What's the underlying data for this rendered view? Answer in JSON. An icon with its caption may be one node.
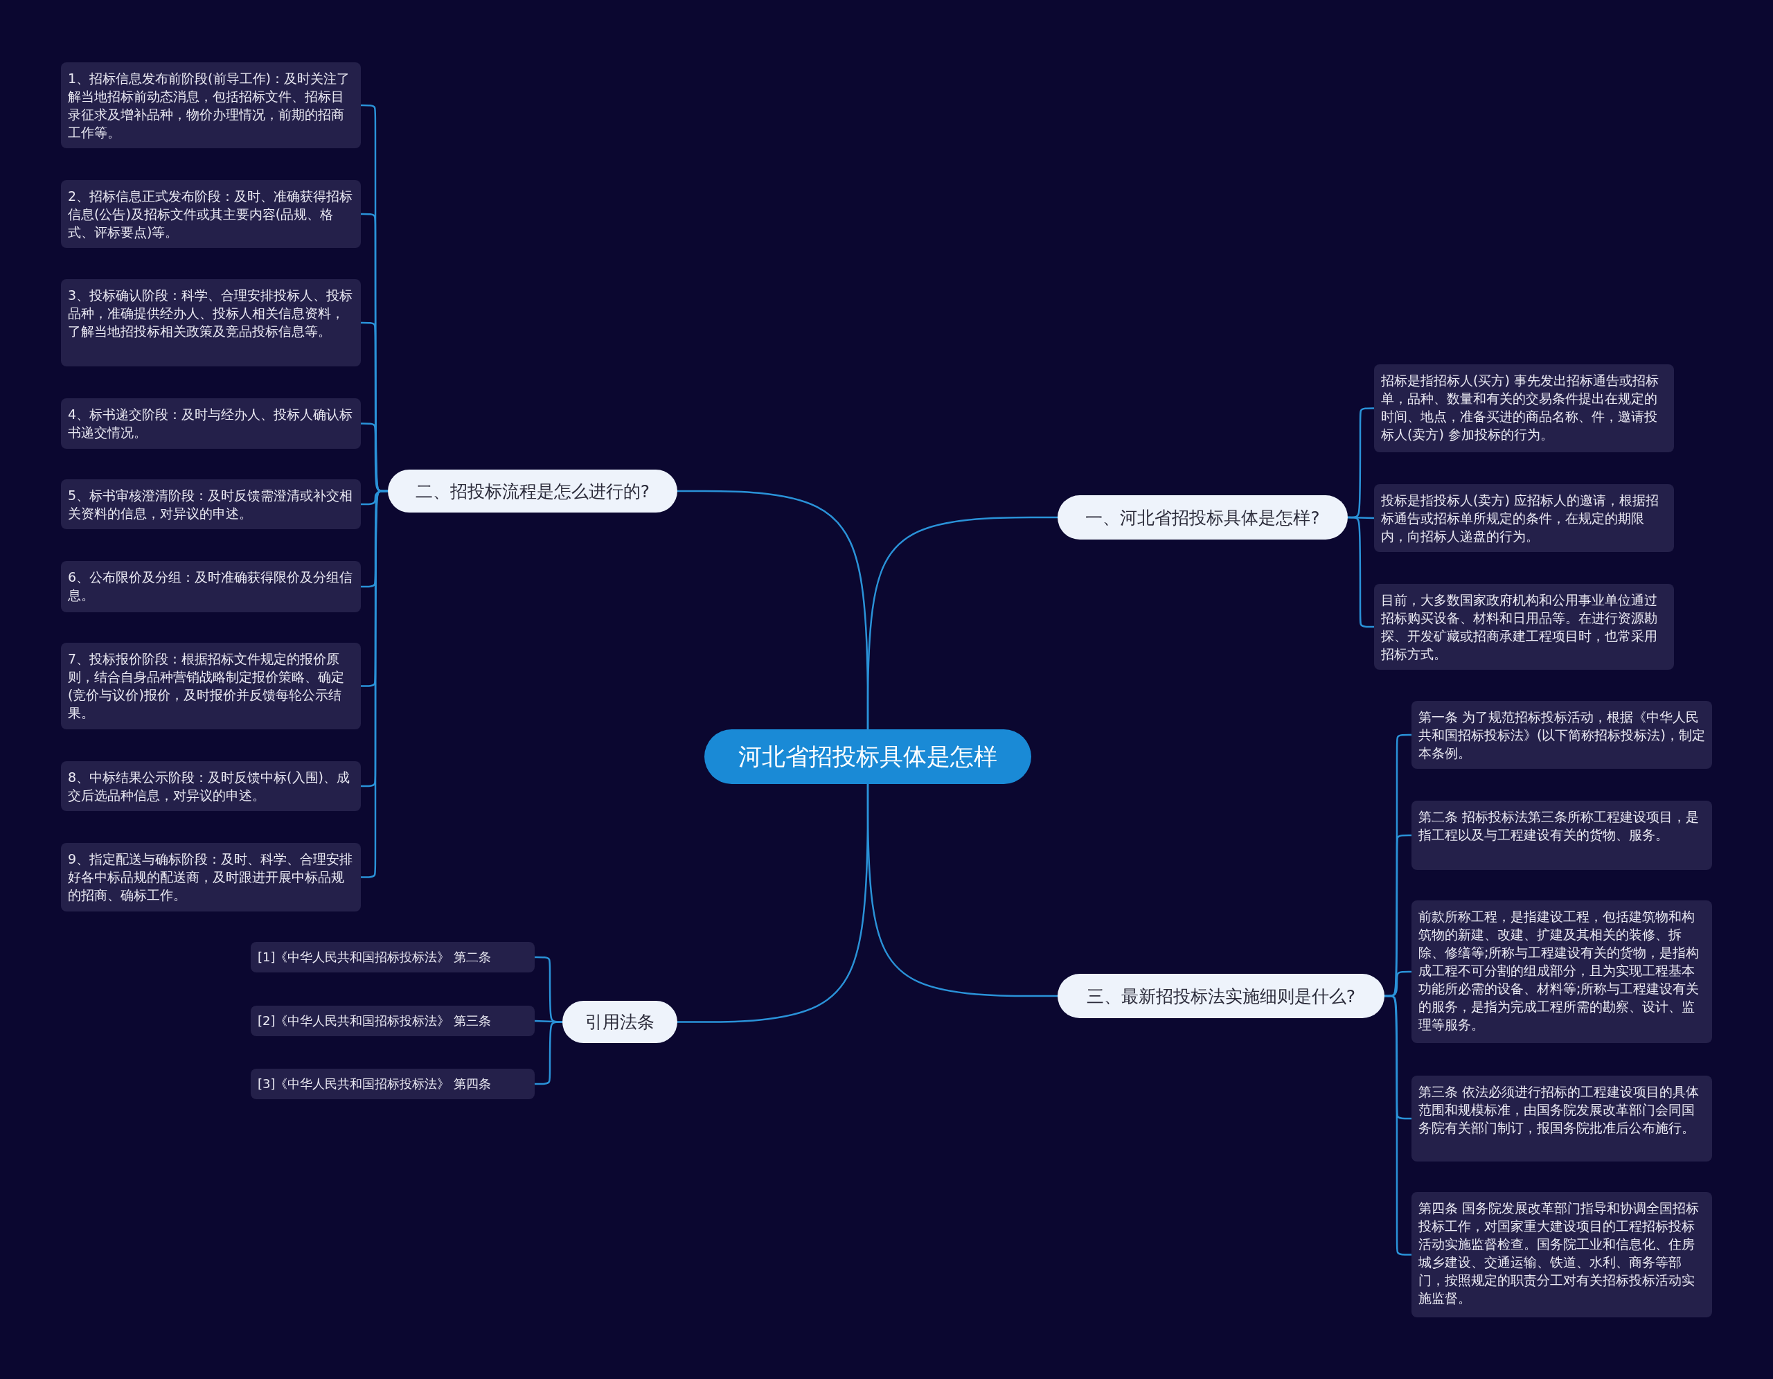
{
  "diagram": {
    "nodes": [
      {
        "text": [
          "河北省招投标具体是怎样"
        ]
      },
      {
        "text": [
          "一、河北省招投标具体是怎样?"
        ]
      },
      {
        "text": [
          "招标是指招标人(买方) 事先发出招标通告或招标单，品种、数量和有关的交易条件提出在规定的时间、地点，准备买进的商品名称、件，邀请投标人(卖方) 参加投标的行为。"
        ]
      },
      {
        "text": [
          "投标是指投标人(卖方) 应招标人的邀请，根据招标通告或招标单所规定的条件，在规定的期限内，向招标人递盘的行为。"
        ]
      },
      {
        "text": [
          "目前，大多数国家政府机构和公用事业单位通过招标购买设备、材料和日用品等。在进行资源勘探、开发矿藏或招商承建工程项目时，也常采用招标方式。"
        ]
      },
      {
        "text": [
          "二、招投标流程是怎么进行的?"
        ]
      },
      {
        "text": [
          "1、招标信息发布前阶段(前导工作)：及时关注了解当地招标前动态消息，包括招标文件、招标目录征求及增补品种，物价办理情况，前期的招商工作等。"
        ]
      },
      {
        "text": [
          "2、招标信息正式发布阶段：及时、准确获得招标信息(公告)及招标文件或其主要内容(品规、格式、评标要点)等。"
        ]
      },
      {
        "text": [
          "3、投标确认阶段：科学、合理安排投标人、投标品种，准确提供经办人、投标人相关信息资料，了解当地招投标相关政策及竞品投标信息等。"
        ]
      },
      {
        "text": [
          "4、标书递交阶段：及时与经办人、投标人确认标书递交情况。"
        ]
      },
      {
        "text": [
          "5、标书审核澄清阶段：及时反馈需澄清或补交相关资料的信息，对异议的申述。"
        ]
      },
      {
        "text": [
          "6、公布限价及分组：及时准确获得限价及分组信息。"
        ]
      },
      {
        "text": [
          "7、投标报价阶段：根据招标文件规定的报价原则，结合自身品种营销战略制定报价策略、确定(竞价与议价)报价，及时报价并反馈每轮公示结果。"
        ]
      },
      {
        "text": [
          "8、中标结果公示阶段：及时反馈中标(入围)、成交后选品种信息，对异议的申述。"
        ]
      },
      {
        "text": [
          "9、指定配送与确标阶段：及时、科学、合理安排好各中标品规的配送商，及时跟进开展中标品规的招商、确标工作。"
        ]
      },
      {
        "text": [
          "三、最新招投标法实施细则是什么?"
        ]
      },
      {
        "text": [
          "第一条 为了规范招标投标活动，根据《中华人民共和国招标投标法》(以下简称招标投标法)，制定本条例。"
        ]
      },
      {
        "text": [
          "第二条 招标投标法第三条所称工程建设项目，是指工程以及与工程建设有关的货物、服务。"
        ]
      },
      {
        "text": [
          "前款所称工程，是指建设工程，包括建筑物和构筑物的新建、改建、扩建及其相关的装修、拆除、修缮等;所称与工程建设有关的货物，是指构成工程不可分割的组成部分，且为实现工程基本功能所必需的设备、材料等;所称与工程建设有关的服务，是指为完成工程所需的勘察、设计、监理等服务。"
        ]
      },
      {
        "text": [
          "第三条 依法必须进行招标的工程建设项目的具体范围和规模标准，由国务院发展改革部门会同国务院有关部门制订，报国务院批准后公布施行。"
        ]
      },
      {
        "text": [
          "第四条 国务院发展改革部门指导和协调全国招标投标工作，对国家重大建设项目的工程招标投标活动实施监督检查。国务院工业和信息化、住房城乡建设、交通运输、铁道、水利、商务等部门，按照规定的职责分工对有关招标投标活动实施监督。"
        ]
      },
      {
        "text": [
          "引用法条"
        ]
      },
      {
        "text": [
          "[1]《中华人民共和国招标投标法》 第二条"
        ]
      },
      {
        "text": [
          "[2]《中华人民共和国招标投标法》 第三条"
        ]
      },
      {
        "text": [
          "[3]《中华人民共和国招标投标法》 第四条"
        ]
      }
    ],
    "edges": [
      {
        "from": 0,
        "to": 1,
        "arrow": "none"
      },
      {
        "from": 1,
        "to": 2,
        "arrow": "none"
      },
      {
        "from": 1,
        "to": 3,
        "arrow": "none"
      },
      {
        "from": 1,
        "to": 4,
        "arrow": "none"
      },
      {
        "from": 0,
        "to": 5,
        "arrow": "none"
      },
      {
        "from": 5,
        "to": 6,
        "arrow": "none"
      },
      {
        "from": 5,
        "to": 7,
        "arrow": "none"
      },
      {
        "from": 5,
        "to": 8,
        "arrow": "none"
      },
      {
        "from": 5,
        "to": 9,
        "arrow": "none"
      },
      {
        "from": 5,
        "to": 10,
        "arrow": "none"
      },
      {
        "from": 5,
        "to": 11,
        "arrow": "none"
      },
      {
        "from": 5,
        "to": 12,
        "arrow": "none"
      },
      {
        "from": 5,
        "to": 13,
        "arrow": "none"
      },
      {
        "from": 5,
        "to": 14,
        "arrow": "none"
      },
      {
        "from": 0,
        "to": 15,
        "arrow": "none"
      },
      {
        "from": 15,
        "to": 16,
        "arrow": "none"
      },
      {
        "from": 15,
        "to": 17,
        "arrow": "none"
      },
      {
        "from": 15,
        "to": 18,
        "arrow": "none"
      },
      {
        "from": 15,
        "to": 19,
        "arrow": "none"
      },
      {
        "from": 15,
        "to": 20,
        "arrow": "none"
      },
      {
        "from": 0,
        "to": 21,
        "arrow": "none"
      },
      {
        "from": 21,
        "to": 22,
        "arrow": "none"
      },
      {
        "from": 21,
        "to": 23,
        "arrow": "none"
      },
      {
        "from": 21,
        "to": 24,
        "arrow": "none"
      }
    ]
  }
}
